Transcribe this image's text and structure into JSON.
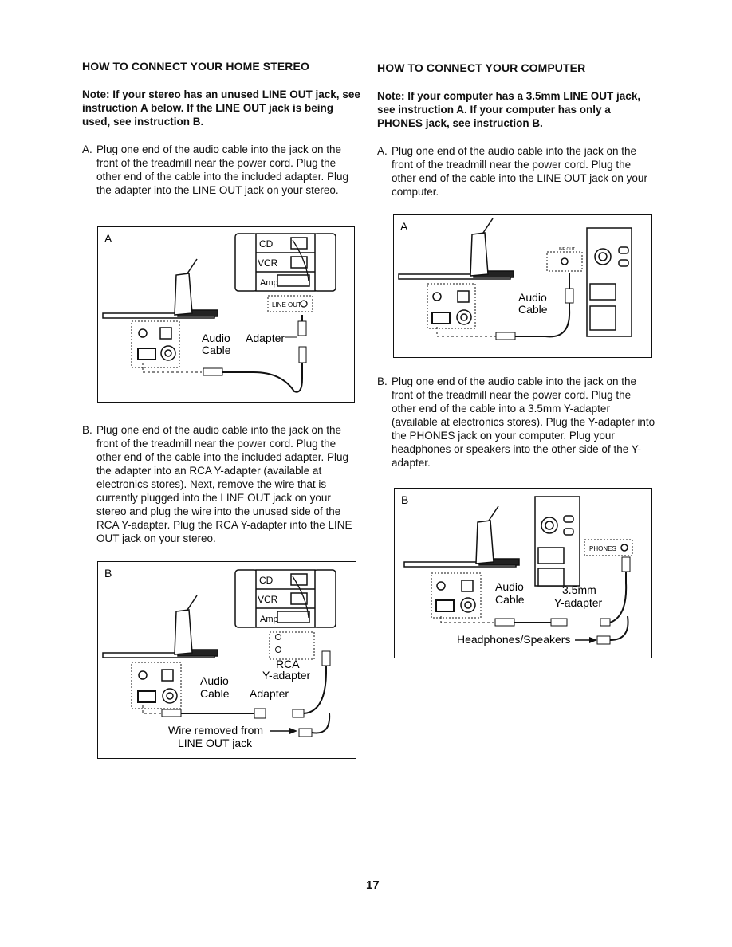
{
  "stereo": {
    "heading": "HOW TO CONNECT YOUR HOME STEREO",
    "note": "Note: If your stereo has an unused LINE OUT jack, see instruction A below. If the LINE OUT jack is being used, see instruction B.",
    "step_a_label": "A.",
    "step_a": "Plug one end of the audio cable into the jack on the front of the treadmill near the power cord. Plug the other end of the cable into the included adapter. Plug the adapter into the LINE OUT jack on your stereo.",
    "step_b_label": "B.",
    "step_b": "Plug one end of the audio cable into the jack on the front of the treadmill near the power cord. Plug the other end of the cable into the included adapter. Plug the adapter into an RCA Y-adapter (available at electronics stores). Next, remove the wire that is currently plugged into the LINE OUT jack on your stereo and plug the wire into the unused side of the RCA Y-adapter. Plug the RCA Y-adapter into the LINE OUT jack on your stereo.",
    "fig_a": {
      "letter": "A",
      "cd": "CD",
      "vcr": "VCR",
      "amp": "Amp",
      "line_out": "LINE OUT",
      "audio": "Audio",
      "cable": "Cable",
      "adapter": "Adapter"
    },
    "fig_b": {
      "letter": "B",
      "cd": "CD",
      "vcr": "VCR",
      "amp": "Amp",
      "rca": "RCA",
      "y_adapter": "Y-adapter",
      "audio": "Audio",
      "cable": "Cable",
      "adapter": "Adapter",
      "wire_removed": "Wire removed from",
      "line_out_jack": "LINE OUT jack"
    }
  },
  "computer": {
    "heading": "HOW TO CONNECT YOUR COMPUTER",
    "note": "Note: If your computer has a 3.5mm LINE OUT jack, see instruction A. If your computer has only a PHONES jack, see instruction B.",
    "step_a_label": "A.",
    "step_a": "Plug one end of the audio cable into the jack on the front of the treadmill near the power cord. Plug the other end of the cable into the LINE OUT jack on your computer.",
    "step_b_label": "B.",
    "step_b": "Plug one end of the audio cable into the jack on the front of the treadmill near the power cord. Plug the other end of the cable into a 3.5mm Y-adapter (available at electronics stores). Plug the Y-adapter into the PHONES jack on your computer. Plug your headphones or speakers into the other side of the Y-adapter.",
    "fig_a": {
      "letter": "A",
      "line_out": "LINE OUT",
      "audio": "Audio",
      "cable": "Cable"
    },
    "fig_b": {
      "letter": "B",
      "phones": "PHONES",
      "audio": "Audio",
      "cable": "Cable",
      "size": "3.5mm",
      "y_adapter": "Y-adapter",
      "headphones": "Headphones/Speakers"
    }
  },
  "page_number": "17"
}
